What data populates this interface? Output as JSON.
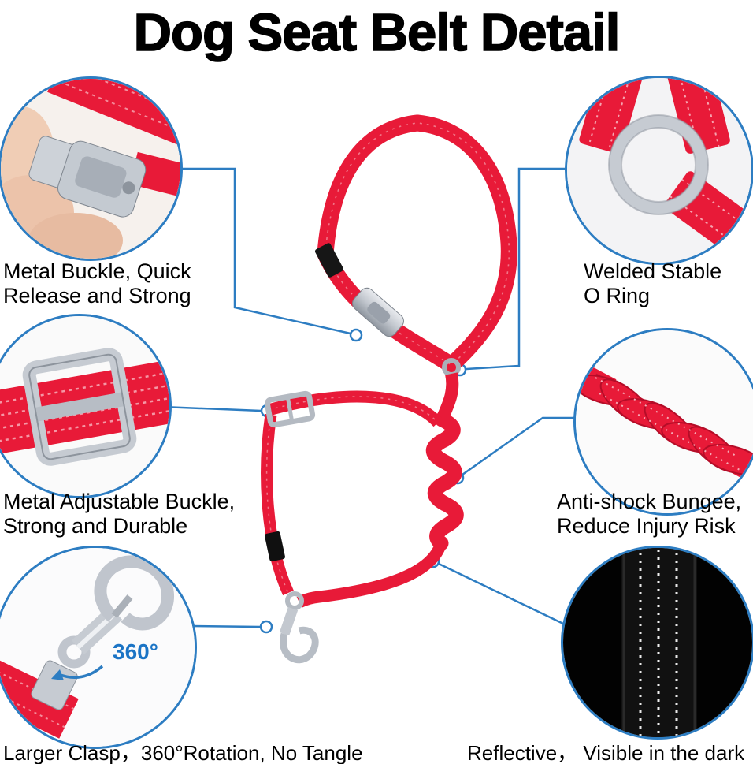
{
  "title": "Dog Seat Belt Detail",
  "colors": {
    "accent_blue": "#2d7dc2",
    "strap_red": "#e81a38",
    "metal_silver": "#c6cbd2",
    "background": "#ffffff",
    "reflective_black": "#020202"
  },
  "callouts": {
    "buckle": {
      "icon": "metal-buckle-photo",
      "lines": [
        "Metal Buckle, Quick",
        "Release and Strong"
      ]
    },
    "oring": {
      "icon": "o-ring-photo",
      "lines": [
        "Welded Stable",
        "O Ring"
      ]
    },
    "adjustable": {
      "icon": "adjustable-buckle-photo",
      "lines": [
        "Metal Adjustable Buckle,",
        "Strong and Durable"
      ]
    },
    "bungee": {
      "icon": "bungee-photo",
      "lines": [
        "Anti-shock Bungee,",
        "Reduce Injury Risk"
      ]
    },
    "clasp": {
      "icon": "clasp-photo",
      "badge": "360°",
      "lines": [
        "Larger Clasp，360°Rotation, No Tangle"
      ]
    },
    "reflective": {
      "icon": "reflective-strap-photo",
      "lines": [
        "Reflective，  Visible in the dark"
      ]
    }
  }
}
